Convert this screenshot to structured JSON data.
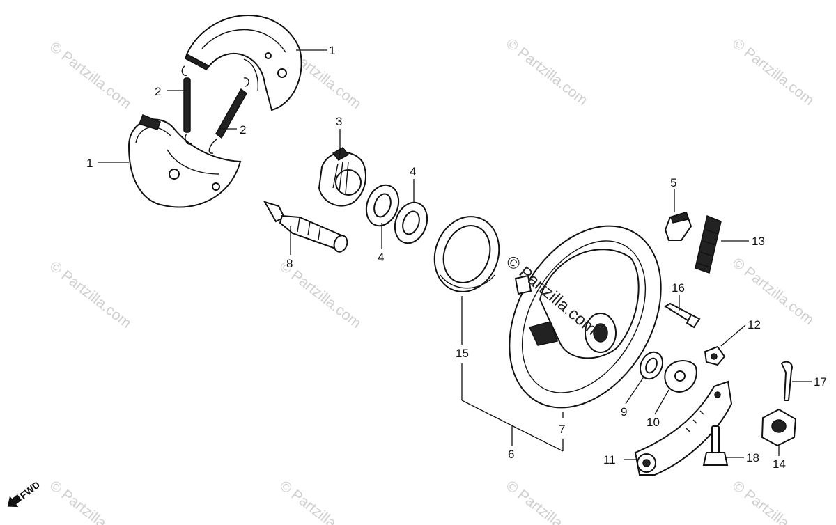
{
  "watermark": {
    "text": "© Partzilla.com"
  },
  "center_watermark": {
    "text": "© Partzilla.com"
  },
  "fwd": {
    "label": "FWD"
  },
  "parts": [
    {
      "id": "brake-shoe-upper",
      "callout": "1"
    },
    {
      "id": "brake-shoe-lower",
      "callout": "1"
    },
    {
      "id": "spring-left",
      "callout": "2"
    },
    {
      "id": "spring-right",
      "callout": "2"
    },
    {
      "id": "indicator-plate",
      "callout": "3"
    },
    {
      "id": "washer-left",
      "callout": "4"
    },
    {
      "id": "washer-right",
      "callout": "4"
    },
    {
      "id": "plug",
      "callout": "5"
    },
    {
      "id": "assembly-group",
      "callout": "6"
    },
    {
      "id": "brake-panel",
      "callout": "7"
    },
    {
      "id": "brake-cam",
      "callout": "8"
    },
    {
      "id": "seal-small",
      "callout": "9"
    },
    {
      "id": "retainer-washer",
      "callout": "10"
    },
    {
      "id": "brake-arm",
      "callout": "11"
    },
    {
      "id": "nut-small",
      "callout": "12"
    },
    {
      "id": "return-spring",
      "callout": "13"
    },
    {
      "id": "castle-nut",
      "callout": "14"
    },
    {
      "id": "dust-seal",
      "callout": "15"
    },
    {
      "id": "bolt-small",
      "callout": "16"
    },
    {
      "id": "cotter-pin",
      "callout": "17"
    },
    {
      "id": "arm-bolt",
      "callout": "18"
    }
  ]
}
